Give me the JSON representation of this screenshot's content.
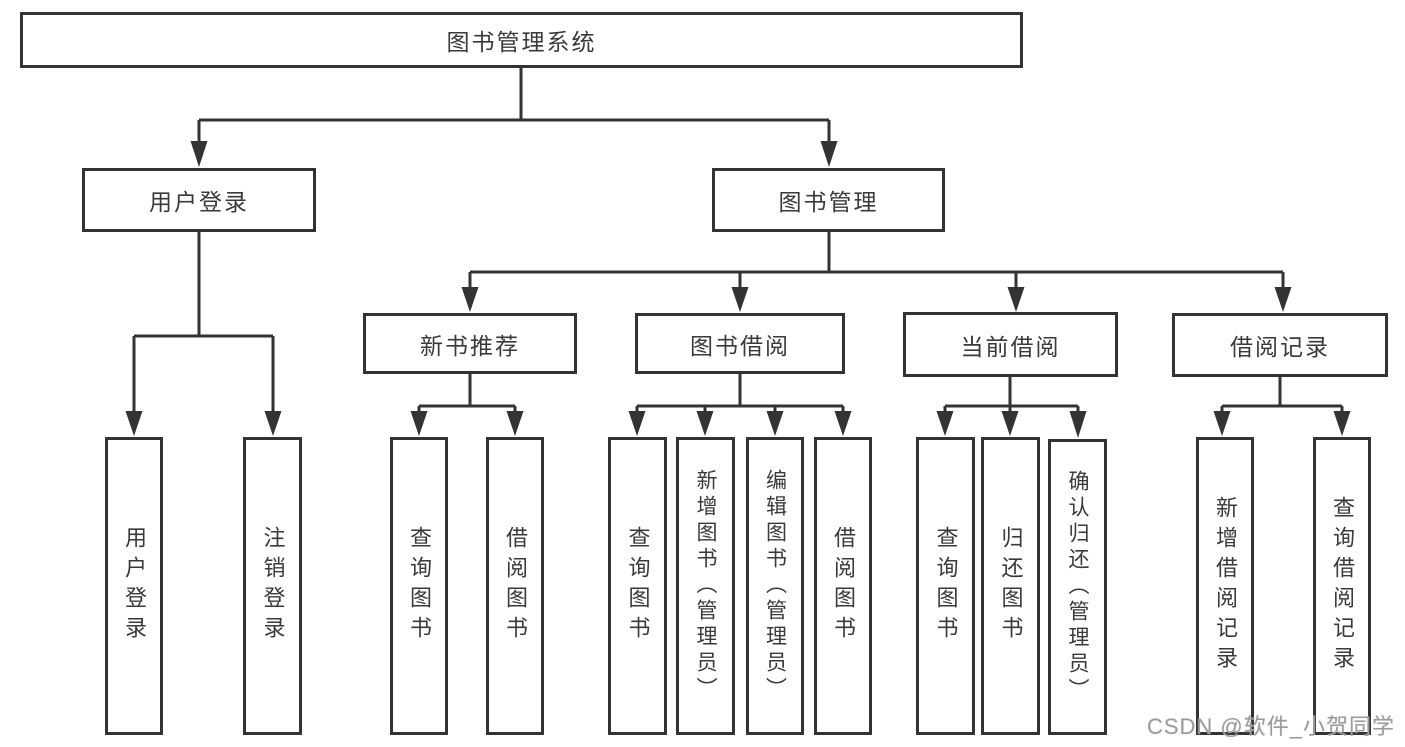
{
  "root": {
    "label": "图书管理系统"
  },
  "branches": [
    {
      "label": "用户登录",
      "children": [
        {
          "label": "用户登录"
        },
        {
          "label": "注销登录"
        }
      ]
    },
    {
      "label": "图书管理",
      "children": [
        {
          "label": "新书推荐",
          "children": [
            {
              "label": "查询图书"
            },
            {
              "label": "借阅图书"
            }
          ]
        },
        {
          "label": "图书借阅",
          "children": [
            {
              "label": "查询图书"
            },
            {
              "label": "新增图书（管理员）"
            },
            {
              "label": "编辑图书（管理员）"
            },
            {
              "label": "借阅图书"
            }
          ]
        },
        {
          "label": "当前借阅",
          "children": [
            {
              "label": "查询图书"
            },
            {
              "label": "归还图书"
            },
            {
              "label": "确认归还（管理员）"
            }
          ]
        },
        {
          "label": "借阅记录",
          "children": [
            {
              "label": "新增借阅记录"
            },
            {
              "label": "查询借阅记录"
            }
          ]
        }
      ]
    }
  ],
  "watermark": {
    "text": "CSDN @软件_小贺同学"
  },
  "colors": {
    "line": "#333333",
    "text": "#3a3a3a",
    "watermark": "#9c9c9c",
    "background": "#ffffff"
  }
}
